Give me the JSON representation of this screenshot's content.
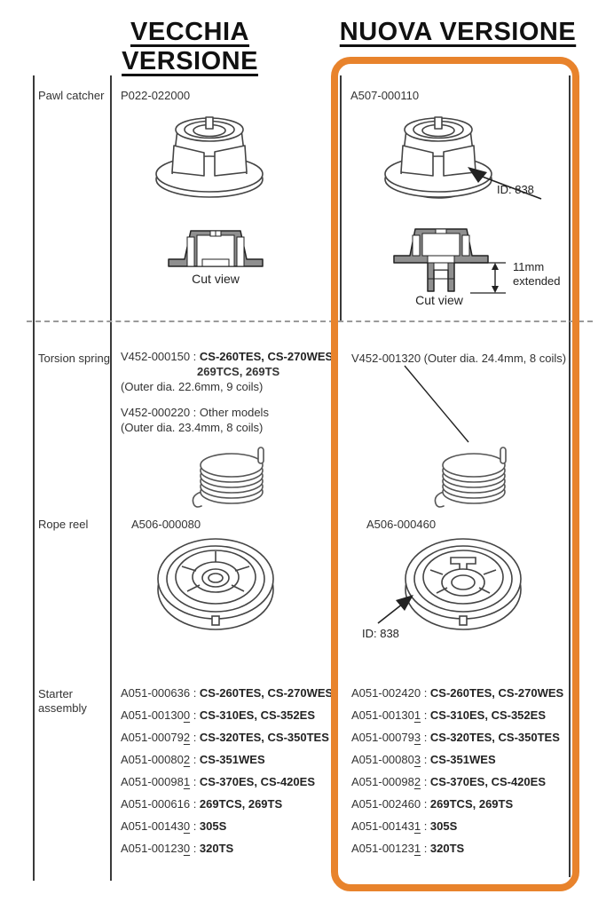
{
  "titles": {
    "old": "VECCHIA VERSIONE",
    "new": "NUOVA VERSIONE"
  },
  "colors": {
    "highlight_border": "#E8832C",
    "table_line": "#3a3a3a",
    "dashed_line": "#9a9a9a",
    "drawing_gray": "#8f8f8f"
  },
  "separator": " : ",
  "pawl_catcher": {
    "label": "Pawl catcher",
    "old_part": "P022-022000",
    "old_cut_view_label": "Cut view",
    "new_part": "A507-000110",
    "new_id_note": "ID: 838",
    "new_extension_note": "11mm extended",
    "new_cut_view_label": "Cut view"
  },
  "torsion_spring": {
    "label": "Torsion spring",
    "old_part1_prefix": "V452-000150 : ",
    "old_part1_models_line1": "CS-260TES, CS-270WES",
    "old_part1_models_line2": "269TCS, 269TS",
    "old_part1_note": "(Outer dia. 22.6mm, 9 coils)",
    "old_part2_prefix": "V452-000220 : ",
    "old_part2_models": "Other models",
    "old_part2_note": "(Outer dia. 23.4mm, 8 coils)",
    "new_part": "V452-001320 (Outer dia. 24.4mm, 8 coils)"
  },
  "rope_reel": {
    "label": "Rope reel",
    "old_part": "A506-000080",
    "new_part": "A506-000460",
    "new_id_note": "ID: 838"
  },
  "starter_assembly": {
    "label": "Starter assembly",
    "old_items": [
      {
        "num": "A051-000636",
        "underline_last": false,
        "models": "CS-260TES, CS-270WES"
      },
      {
        "num": "A051-001300",
        "underline_last": true,
        "models": "CS-310ES, CS-352ES"
      },
      {
        "num": "A051-000792",
        "underline_last": true,
        "models": "CS-320TES, CS-350TES"
      },
      {
        "num": "A051-000802",
        "underline_last": true,
        "models": "CS-351WES"
      },
      {
        "num": "A051-000981",
        "underline_last": true,
        "models": "CS-370ES, CS-420ES"
      },
      {
        "num": "A051-000616",
        "underline_last": false,
        "models": "269TCS, 269TS"
      },
      {
        "num": "A051-001430",
        "underline_last": true,
        "models": "305S"
      },
      {
        "num": "A051-001230",
        "underline_last": true,
        "models": "320TS"
      }
    ],
    "new_items": [
      {
        "num": "A051-002420",
        "underline_last": false,
        "models": "CS-260TES, CS-270WES"
      },
      {
        "num": "A051-001301",
        "underline_last": true,
        "models": "CS-310ES, CS-352ES"
      },
      {
        "num": "A051-000793",
        "underline_last": true,
        "models": "CS-320TES, CS-350TES"
      },
      {
        "num": "A051-000803",
        "underline_last": true,
        "models": "CS-351WES"
      },
      {
        "num": "A051-000982",
        "underline_last": true,
        "models": "CS-370ES, CS-420ES"
      },
      {
        "num": "A051-002460",
        "underline_last": false,
        "models": "269TCS, 269TS"
      },
      {
        "num": "A051-001431",
        "underline_last": true,
        "models": "305S"
      },
      {
        "num": "A051-001231",
        "underline_last": true,
        "models": "320TS"
      }
    ]
  }
}
